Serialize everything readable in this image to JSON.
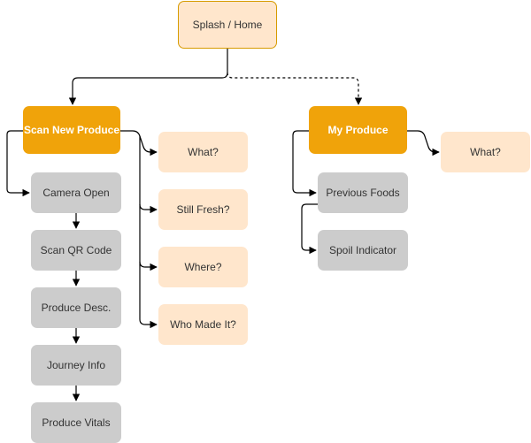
{
  "colors": {
    "root_fill": "#ffe6cc",
    "root_border": "#d79b00",
    "primary_fill": "#f0a30a",
    "primary_text": "#ffffff",
    "step_fill": "#cccccc",
    "step_text": "#333333",
    "question_fill": "#ffe6cc",
    "question_text": "#333333",
    "edge": "#000000"
  },
  "nodes": {
    "splash_home": "Splash / Home",
    "scan_new_produce": "Scan New Produce",
    "my_produce": "My Produce",
    "camera_open": "Camera Open",
    "scan_qr_code": "Scan QR Code",
    "produce_desc": "Produce Desc.",
    "journey_info": "Journey Info",
    "produce_vitals": "Produce Vitals",
    "scan_what": "What?",
    "still_fresh": "Still Fresh?",
    "where": "Where?",
    "who_made_it": "Who Made It?",
    "my_what": "What?",
    "previous_foods": "Previous Foods",
    "spoil_indicator": "Spoil Indicator"
  }
}
